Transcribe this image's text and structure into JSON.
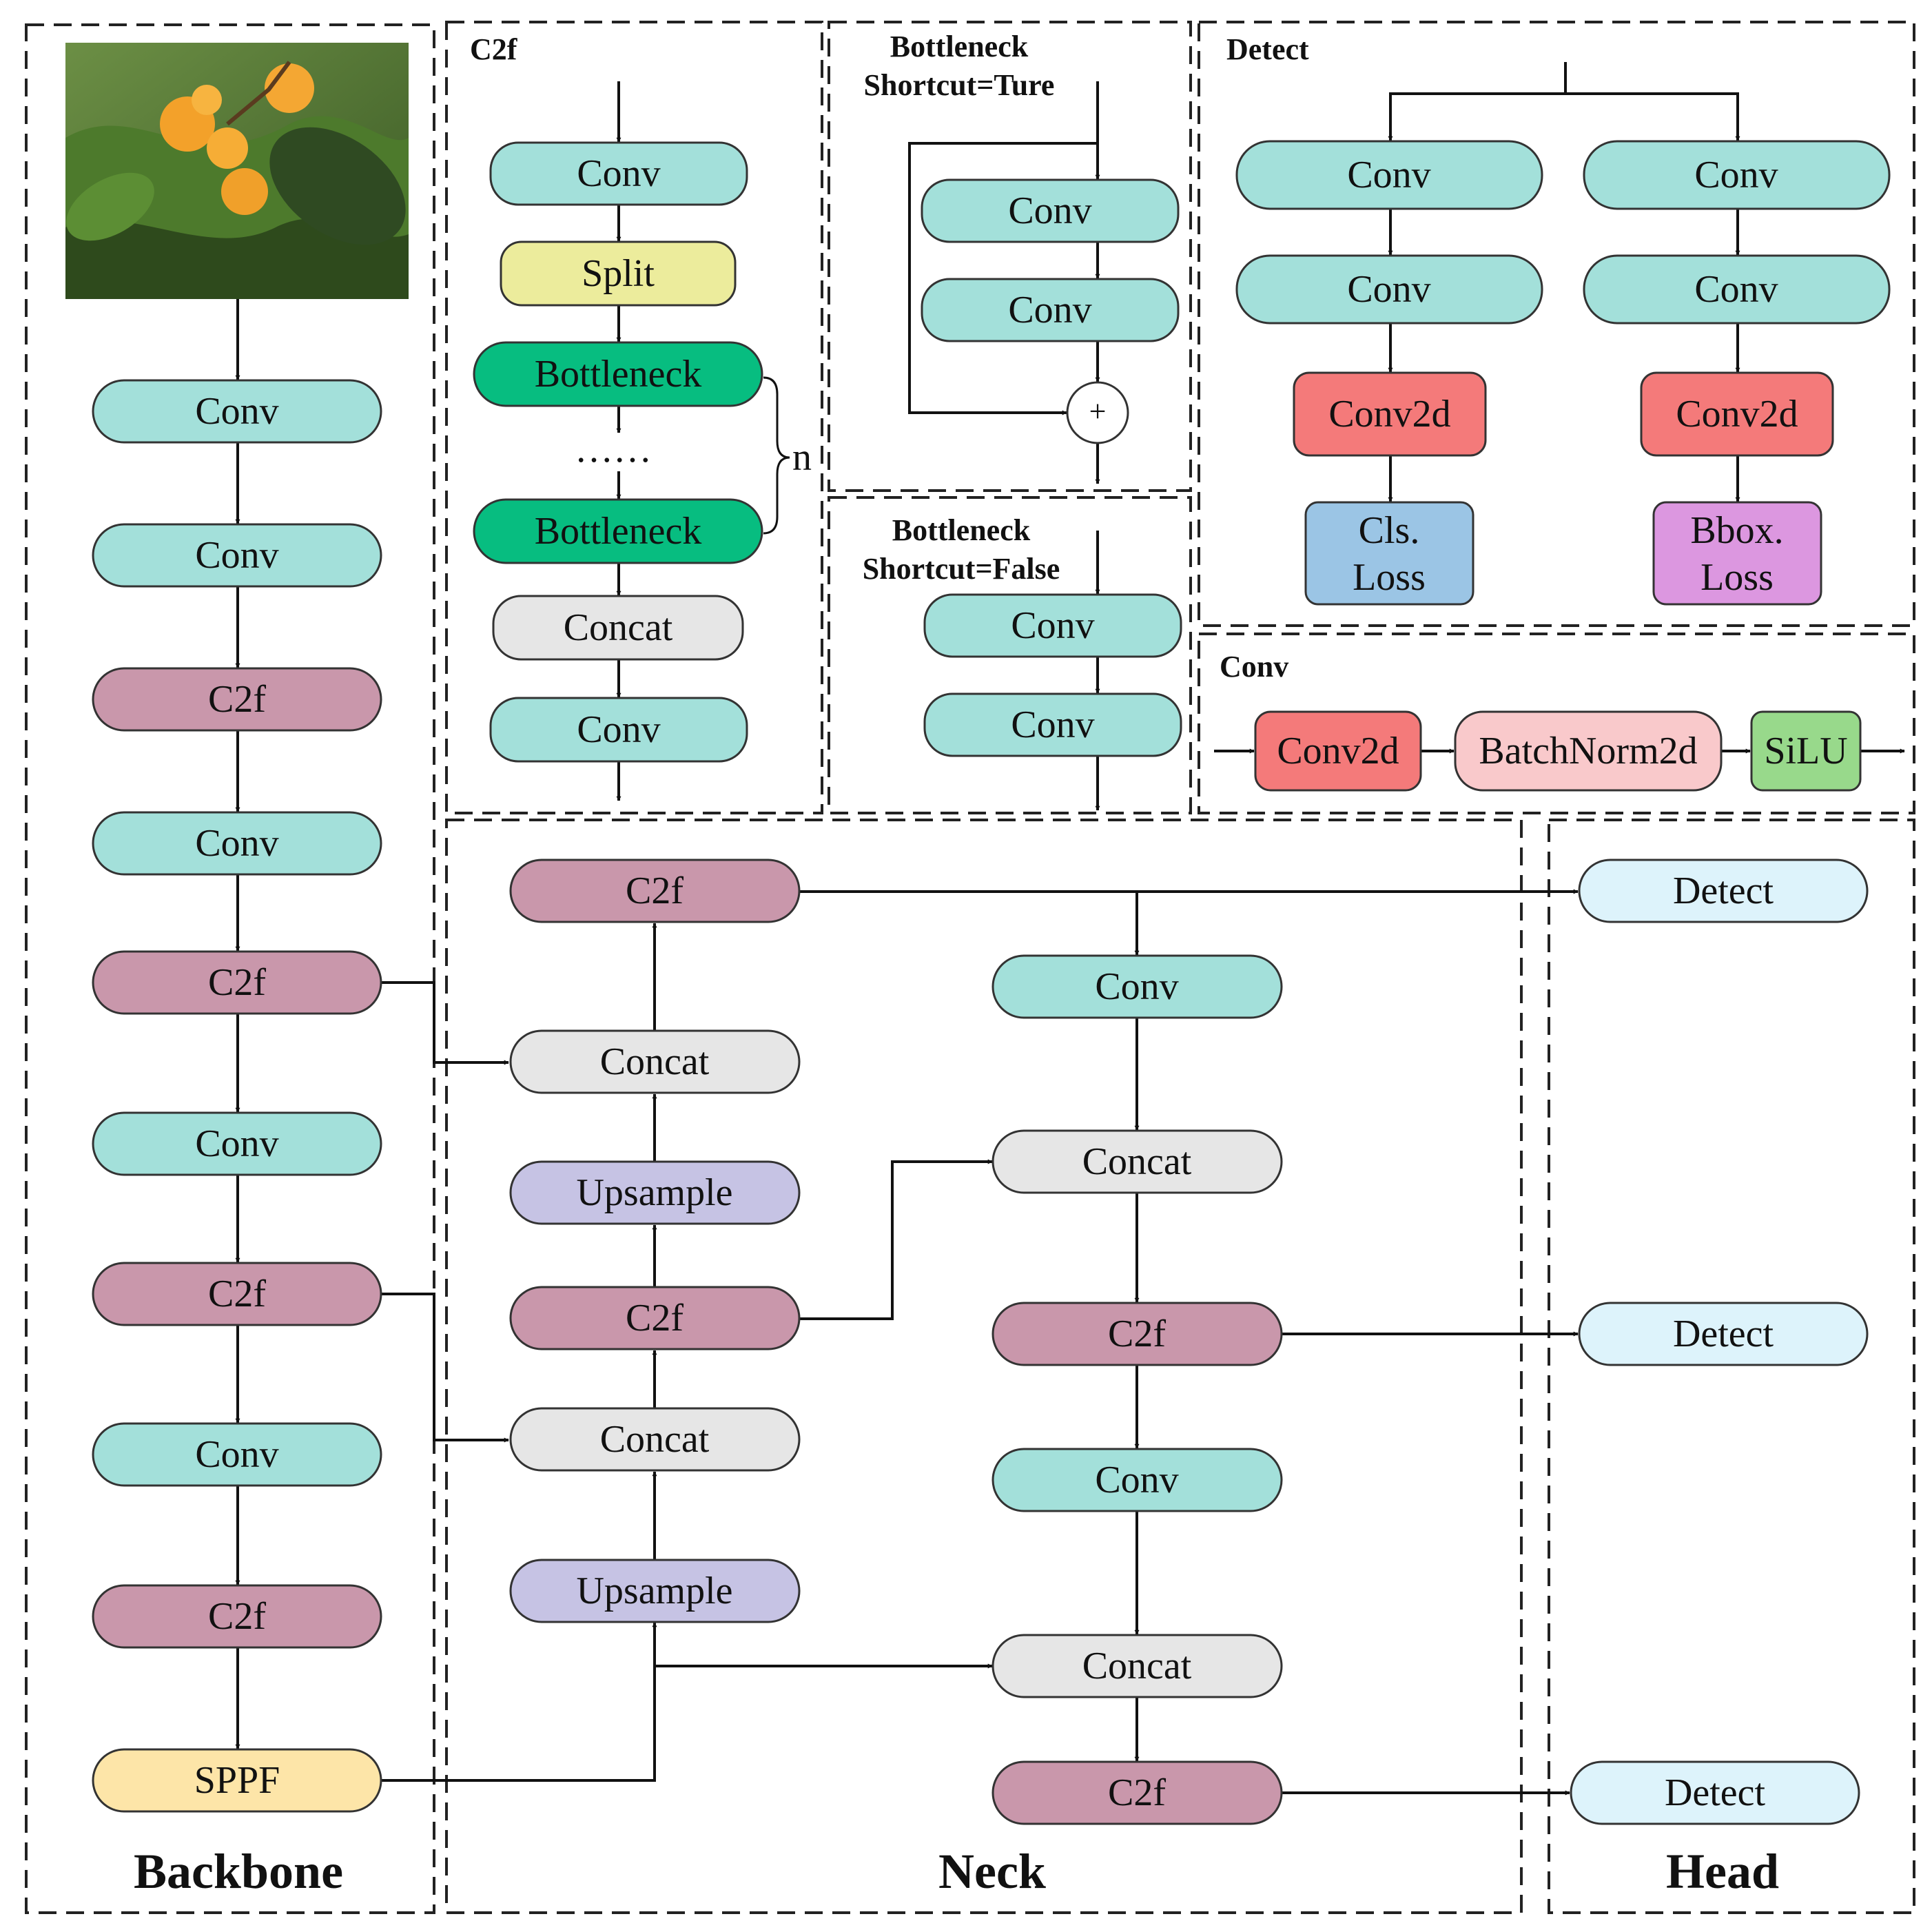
{
  "sections": {
    "c2f": "C2f",
    "bottleneck_true": [
      "Bottleneck",
      "Shortcut=Ture"
    ],
    "bottleneck_false": [
      "Bottleneck",
      "Shortcut=False"
    ],
    "detect": "Detect",
    "conv": "Conv",
    "backbone": "Backbone",
    "neck": "Neck",
    "head": "Head"
  },
  "glyphs": {
    "dots": "……",
    "n": "n",
    "plus": "+"
  },
  "labels": {
    "conv": "Conv",
    "c2f": "C2f",
    "sppf": "SPPF",
    "split": "Split",
    "bottleneck": "Bottleneck",
    "concat": "Concat",
    "upsample": "Upsample",
    "detect": "Detect",
    "conv2d": "Conv2d",
    "cls_loss": [
      "Cls.",
      "Loss"
    ],
    "bbox_loss": [
      "Bbox.",
      "Loss"
    ],
    "batchnorm2d": "BatchNorm2d",
    "silu": "SiLU"
  },
  "colors": {
    "conv": "#a3e0da",
    "c2f": "#c997ab",
    "sppf": "#fde5a8",
    "split": "#ecec9c",
    "bottleneck": "#07bd80",
    "concat": "#e6e6e6",
    "upsample": "#c6c3e4",
    "detect": "#ddf3fb",
    "conv2d": "#f47a7a",
    "cls_loss": "#9bc5e5",
    "bbox_loss": "#dc97e0",
    "batchnorm2d": "#f9c9cb",
    "silu": "#98d98b"
  },
  "icons": {
    "input_image": "loquat-fruit-photo"
  }
}
